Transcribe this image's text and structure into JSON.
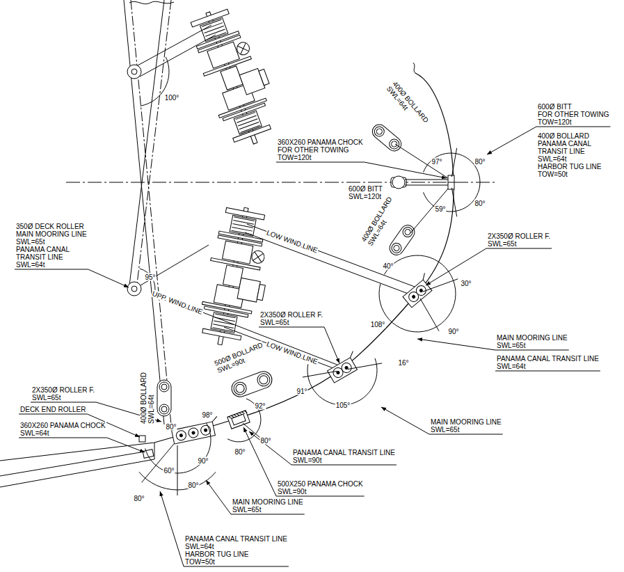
{
  "diagram": {
    "labels": [
      "100°",
      "400Ø BOLLARD SWL=64t",
      "600Ø BITT FOR OTHER TOWING TOW=120t",
      "400Ø BOLLARD PANAMA CANAL TRANSIT LINE SWL=64t HARBOR TUG LINE TOW=50t",
      "360X260 PANAMA CHOCK FOR OTHER TOWING TOW=120t",
      "97°",
      "80°",
      "600Ø BITT SWL=120t",
      "80°",
      "59°",
      "400Ø BOLLARD SWL=64t",
      "350Ø DECK ROLLER MAIN MOORING LINE SWL=65t PANAMA CANAL TRANSIT LINE SWL=64t",
      "LOW WIND.LINE",
      "2X350Ø ROLLER F. SWL=65t",
      "95°",
      "40°",
      "30°",
      "108°",
      "90°",
      "UPP. WIND.LINE",
      "LOW WIND.LINE",
      "2X350Ø ROLLER F. SWL=65t",
      "MAIN MOORING LINE SWL=65t",
      "PANAMA CANAL TRANSIT LINE SWL=64t",
      "500Ø BOLLARD SWL=90t",
      "16°",
      "91°",
      "105°",
      "MAIN MOORING LINE SWL=65t",
      "400Ø BOLLARD SWL=64t",
      "2X350Ø ROLLER F. SWL=65t",
      "DECK END ROLLER",
      "360X260 PANAMA CHOCK SWL=64t",
      "92°",
      "80°",
      "98°",
      "80°",
      "80°",
      "90°",
      "60°",
      "80°",
      "80°",
      "PANAMA CANAL TRANSIT LINE SWL=90t",
      "500X250 PANAMA CHOCK SWL=90t",
      "MAIN MOORING LINE SWL=65t",
      "PANAMA CANAL TRANSIT LINE SWL=64t HARBOR TUG LINE TOW=50t"
    ]
  }
}
